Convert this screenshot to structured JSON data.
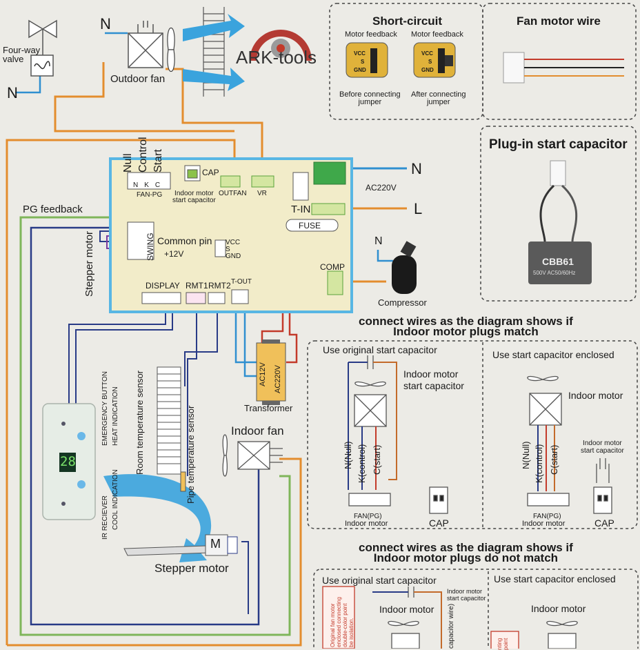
{
  "brand": {
    "logo_text": "ARK-tools"
  },
  "components": {
    "four_way_valve": "Four-way\nvalve",
    "n_label": "N",
    "outdoor_fan": "Outdoor fan",
    "null": "Null",
    "control": "Control",
    "start": "Start",
    "fan_pg_pins": [
      "N",
      "K",
      "C"
    ],
    "fan_pg": "FAN-PG",
    "cap": "CAP",
    "indoor_motor_start_capacitor": "Indoor motor\nstart capacitor",
    "outfan": "OUTFAN",
    "vr": "VR",
    "ac220v": "AC220V",
    "l_label": "L",
    "t_in": "T-IN",
    "fuse": "FUSE",
    "pg_feedback": "PG feedback",
    "swing": "SWING",
    "common_pin": "Common pin",
    "plus12v": "+12V",
    "vcc": "VCC",
    "s": "S",
    "gnd": "GND",
    "stepper_motor": "Stepper motor",
    "comp": "COMP",
    "compressor": "Compressor",
    "display": "DISPLAY",
    "rmt1": "RMT1",
    "rmt2": "RMT2",
    "t_out": "T-OUT",
    "ac12v": "AC12V",
    "ac220v_trans": "AC220V",
    "transformer": "Transformer",
    "emergency_button": "EMERGENCY BUTTON",
    "heat_indication": "HEAT INDICATION",
    "ir_receiver": "IR RECIEVER",
    "cool_indication": "COOL INDICATION",
    "display_digits": "28",
    "room_temp_sensor": "Room temperature sensor",
    "pipe_temp_sensor": "Pipe temperature sensor",
    "indoor_fan": "Indoor fan",
    "stepper_motor_bottom": "Stepper motor",
    "m_label": "M"
  },
  "short_circuit_panel": {
    "title": "Short-circuit",
    "fan_motor_wire_title": "Fan motor wire",
    "motor_feedback": "Motor feedback",
    "pins": [
      "VCC",
      "S",
      "GND"
    ],
    "before": "Before connecting\njumper",
    "after": "After connecting\njumper"
  },
  "plugin_cap_panel": {
    "title": "Plug-in start capacitor",
    "cap_model": "CBB61",
    "cap_rating": "500V AC50/60Hz"
  },
  "match_section": {
    "heading": "connect wires as the diagram shows if\nIndoor motor plugs match",
    "left_title": "Use original start capacitor",
    "right_title": "Use start capacitor enclosed",
    "indoor_motor_start_capacitor": "Indoor motor\nstart capacitor",
    "indoor_motor": "Indoor motor",
    "indoor_motor_start_capacitor_small": "Indoor motor\nstart capacitor",
    "n_null": "N(Null)",
    "k_control": "K(control)",
    "c_start": "C(start)",
    "fan_pg": "FAN(PG)",
    "indoor_motor_label": "Indoor motor",
    "cap": "CAP",
    "pins": "N K C"
  },
  "nomatch_section": {
    "heading": "connect wires as the diagram shows if\nIndoor motor plugs do not match",
    "left_title": "Use original start capacitor",
    "right_title": "Use start capacitor enclosed",
    "indoor_motor": "Indoor motor",
    "indoor_motor_start_capacitor": "Indoor motor\nstart capacitor",
    "capacitor_wire": "capacitor wire)",
    "red_note": "Original fan motor\nenclosed connecting\ndouble-color point\nbe isolation.",
    "red_note_right": "nting\npoint"
  },
  "colors": {
    "orange": "#e38d2e",
    "blue": "#2f8fd0",
    "navy": "#283a86",
    "green": "#7fb65a",
    "red": "#c33a2a",
    "board": "#f2ecc9",
    "board_border": "#58b6e4"
  }
}
